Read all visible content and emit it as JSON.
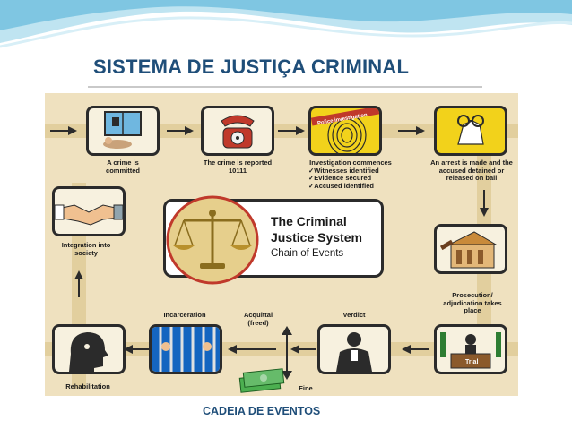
{
  "slide": {
    "title": "SISTEMA DE JUSTIÇA CRIMINAL",
    "footer": "CADEIA DE EVENTOS"
  },
  "hub": {
    "line1": "The Criminal",
    "line2": "Justice System",
    "line3": "Chain of Events"
  },
  "stages": {
    "crime": "A crime is committed",
    "reported": "The crime is reported 10111",
    "investigation_title": "Investigation commences",
    "investigation_items": [
      "Witnesses identified",
      "Evidence secured",
      "Accused identified"
    ],
    "police_tape": "Police investigation",
    "arrest": "An arrest is made and the accused detained or released on bail",
    "prosecution": "Prosecution/ adjudication takes place",
    "trial_sign": "Trial",
    "verdict": "Verdict",
    "acquittal": "Acquittal (freed)",
    "fine": "Fine",
    "incarceration": "Incarceration",
    "rehabilitation": "Rehabilitation",
    "integration": "Integration into society"
  },
  "colors": {
    "title": "#1f4e79",
    "panel": "#efe1bf",
    "box_border": "#2b2b2b",
    "accent_red": "#c0392b",
    "accent_yellow": "#f2d21b"
  }
}
